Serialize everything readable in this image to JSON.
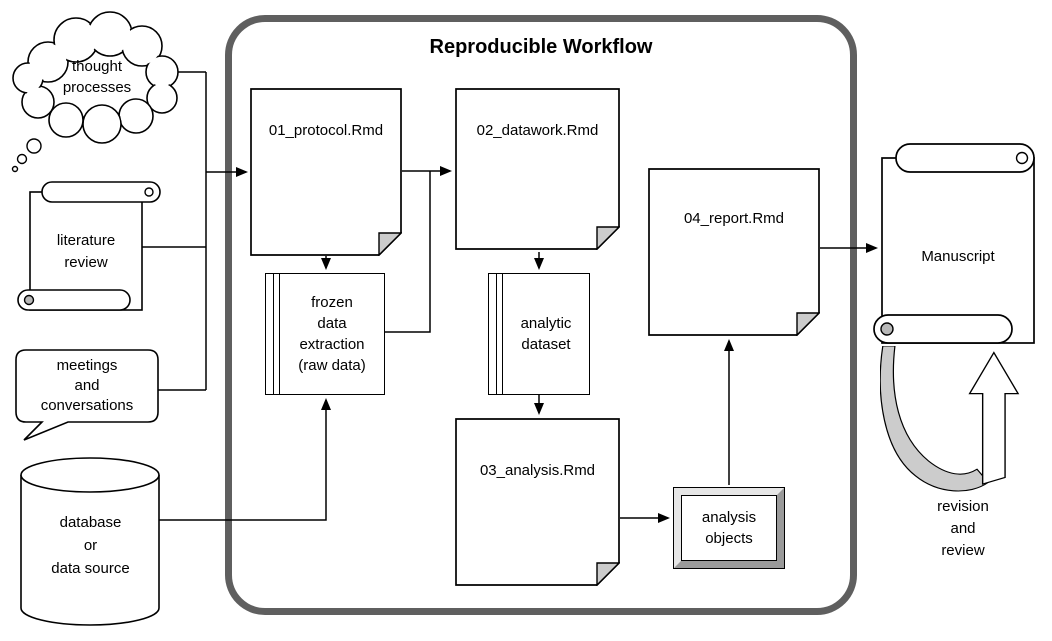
{
  "diagram": {
    "title": "Reproducible Workflow",
    "nodes": {
      "thought": {
        "label": "thought\nprocesses",
        "shape": "thought-cloud"
      },
      "literature": {
        "label": "literature\nreview",
        "shape": "scroll"
      },
      "meetings": {
        "label": "meetings\nand\nconversations",
        "shape": "speech-bubble"
      },
      "database": {
        "label": "database\nor\ndata source",
        "shape": "cylinder"
      },
      "protocol": {
        "label": "01_protocol.Rmd",
        "shape": "document"
      },
      "datawork": {
        "label": "02_datawork.Rmd",
        "shape": "document"
      },
      "frozen": {
        "label": "frozen\ndata\nextraction\n(raw data)",
        "shape": "internal-storage"
      },
      "analytic": {
        "label": "analytic\ndataset",
        "shape": "internal-storage"
      },
      "analysis": {
        "label": "03_analysis.Rmd",
        "shape": "document"
      },
      "objects": {
        "label": "analysis\nobjects",
        "shape": "beveled-display"
      },
      "report": {
        "label": "04_report.Rmd",
        "shape": "document"
      },
      "manuscript": {
        "label": "Manuscript",
        "shape": "scroll"
      },
      "revision": {
        "label": "revision\nand\nreview",
        "shape": "loop-arrow"
      }
    },
    "edges": [
      {
        "from": "thought processes",
        "to": "01_protocol.Rmd"
      },
      {
        "from": "literature review",
        "to": "01_protocol.Rmd"
      },
      {
        "from": "meetings and conversations",
        "to": "01_protocol.Rmd"
      },
      {
        "from": "database or data source",
        "to": "frozen data extraction (raw data)"
      },
      {
        "from": "01_protocol.Rmd",
        "to": "frozen data extraction (raw data)"
      },
      {
        "from": "01_protocol.Rmd",
        "to": "02_datawork.Rmd"
      },
      {
        "from": "frozen data extraction (raw data)",
        "to": "02_datawork.Rmd"
      },
      {
        "from": "02_datawork.Rmd",
        "to": "analytic dataset"
      },
      {
        "from": "analytic dataset",
        "to": "03_analysis.Rmd"
      },
      {
        "from": "03_analysis.Rmd",
        "to": "analysis objects"
      },
      {
        "from": "analysis objects",
        "to": "04_report.Rmd"
      },
      {
        "from": "04_report.Rmd",
        "to": "Manuscript"
      },
      {
        "from": "Manuscript",
        "to": "Manuscript",
        "via": "revision and review"
      }
    ],
    "colors": {
      "container_border": "#5f5f5f",
      "shape_stroke": "#000000",
      "shape_fill": "#ffffff",
      "fold_gray": "#cccccc",
      "curl_gray": "#b8b8b8",
      "ribbon_gray": "#cccccc",
      "bevel_light": "#e6e6e6",
      "bevel_dark": "#9a9a9a"
    }
  }
}
